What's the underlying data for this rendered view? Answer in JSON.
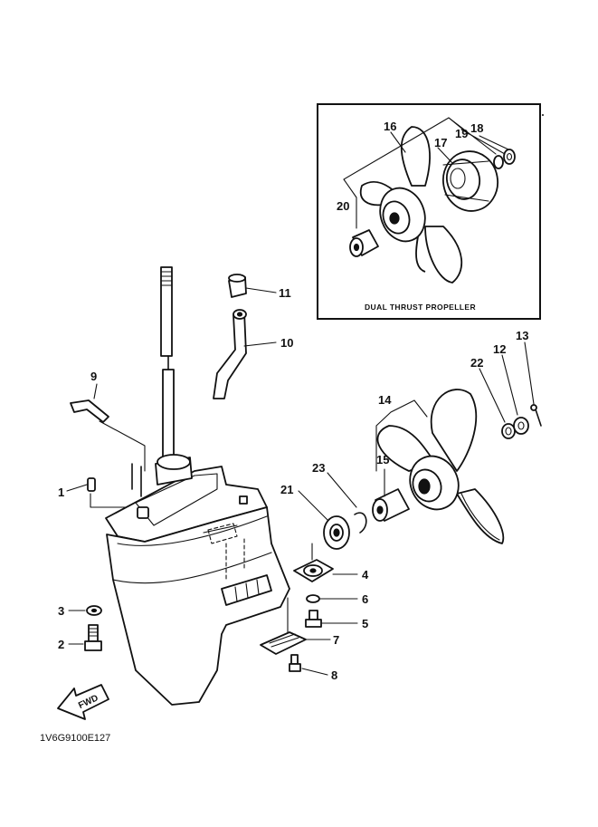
{
  "inset": {
    "title": "DUAL THRUST PROPELLER"
  },
  "callouts": {
    "c1": "1",
    "c2": "2",
    "c3": "3",
    "c4": "4",
    "c5": "5",
    "c6": "6",
    "c7": "7",
    "c8": "8",
    "c9": "9",
    "c10": "10",
    "c11": "11",
    "c12": "12",
    "c13": "13",
    "c14": "14",
    "c15": "15",
    "c16": "16",
    "c17": "17",
    "c18": "18",
    "c19": "19",
    "c20": "20",
    "c21": "21",
    "c22": "22",
    "c23": "23"
  },
  "direction_arrow": {
    "label": "FWD"
  },
  "diagram_code": "1V6G9100E127"
}
